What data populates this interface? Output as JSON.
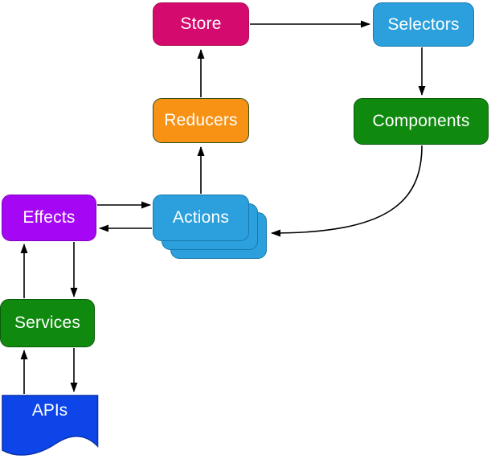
{
  "diagram": {
    "background": "#ffffff",
    "stroke_color": "#000000",
    "text_color": "#ffffff",
    "nodes": {
      "store": {
        "label": "Store",
        "fill": "#d40a6e",
        "border": "#a8114f"
      },
      "selectors": {
        "label": "Selectors",
        "fill": "#2ba0dc",
        "border": "#1879ad"
      },
      "reducers": {
        "label": "Reducers",
        "fill": "#f79214",
        "border": "#2f4f1e"
      },
      "components": {
        "label": "Components",
        "fill": "#0f8a0f",
        "border": "#0a5c0a"
      },
      "effects": {
        "label": "Effects",
        "fill": "#a507f5",
        "border": "#7d05b9"
      },
      "actions": {
        "label": "Actions",
        "fill": "#2ba0dc",
        "border": "#1879ad"
      },
      "services": {
        "label": "Services",
        "fill": "#0f8a0f",
        "border": "#0a5c0a"
      },
      "apis": {
        "label": "APIs",
        "fill": "#0d45e8",
        "border": "#0a33ad"
      }
    },
    "edges": [
      {
        "from": "store",
        "to": "selectors"
      },
      {
        "from": "selectors",
        "to": "components"
      },
      {
        "from": "components",
        "to": "actions"
      },
      {
        "from": "actions",
        "to": "reducers"
      },
      {
        "from": "reducers",
        "to": "store"
      },
      {
        "from": "effects",
        "to": "actions"
      },
      {
        "from": "actions",
        "to": "effects"
      },
      {
        "from": "effects",
        "to": "services"
      },
      {
        "from": "services",
        "to": "effects"
      },
      {
        "from": "services",
        "to": "apis"
      },
      {
        "from": "apis",
        "to": "services"
      }
    ]
  }
}
